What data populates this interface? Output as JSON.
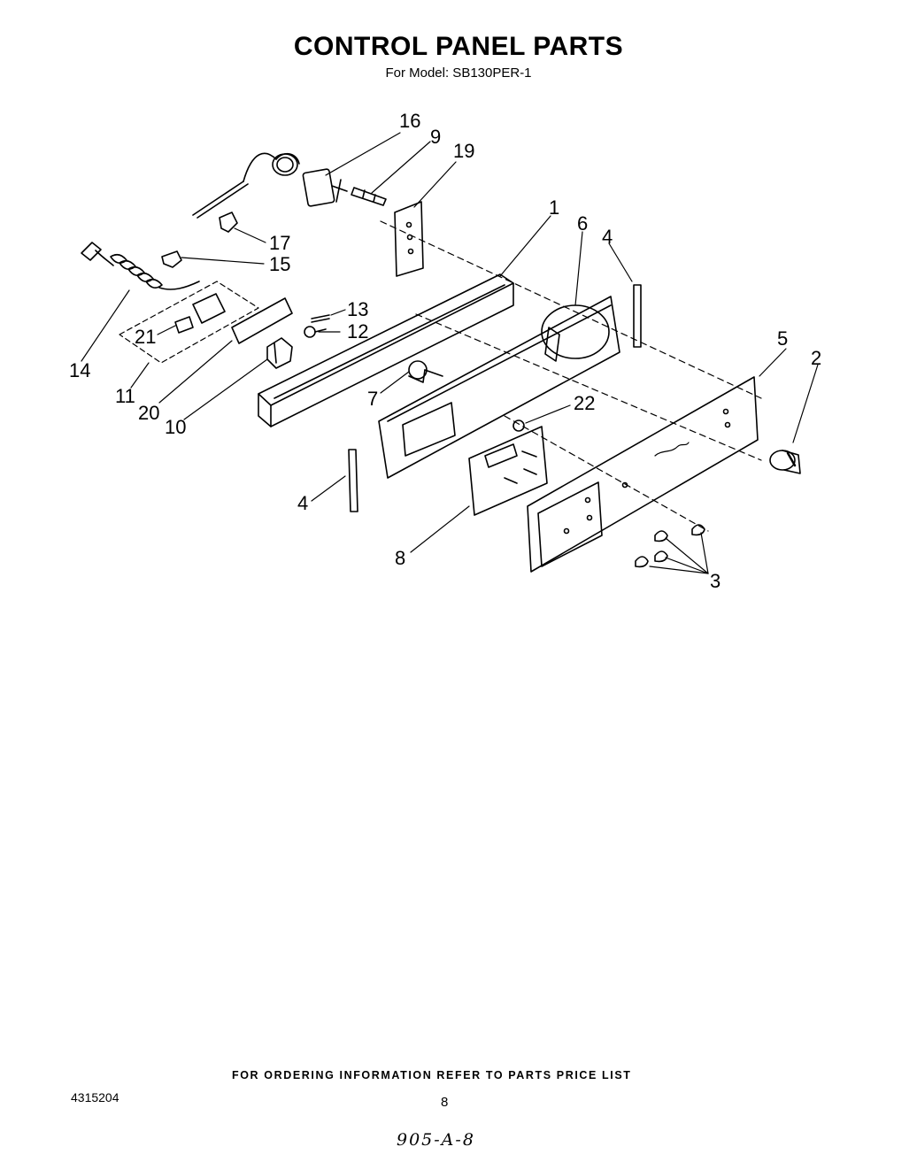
{
  "header": {
    "title": "CONTROL PANEL PARTS",
    "subtitle": "For Model: SB130PER-1"
  },
  "callouts": {
    "c1": "1",
    "c2": "2",
    "c3": "3",
    "c4a": "4",
    "c4b": "4",
    "c5": "5",
    "c6": "6",
    "c7": "7",
    "c8": "8",
    "c9": "9",
    "c10": "10",
    "c11": "11",
    "c12": "12",
    "c13": "13",
    "c14": "14",
    "c15": "15",
    "c16": "16",
    "c17": "17",
    "c19": "19",
    "c20": "20",
    "c21": "21",
    "c22": "22"
  },
  "footer": {
    "ordering_note": "FOR ORDERING INFORMATION REFER TO PARTS PRICE LIST",
    "document_number": "4315204",
    "page_number": "8",
    "handwritten_note": "905-A-8"
  }
}
